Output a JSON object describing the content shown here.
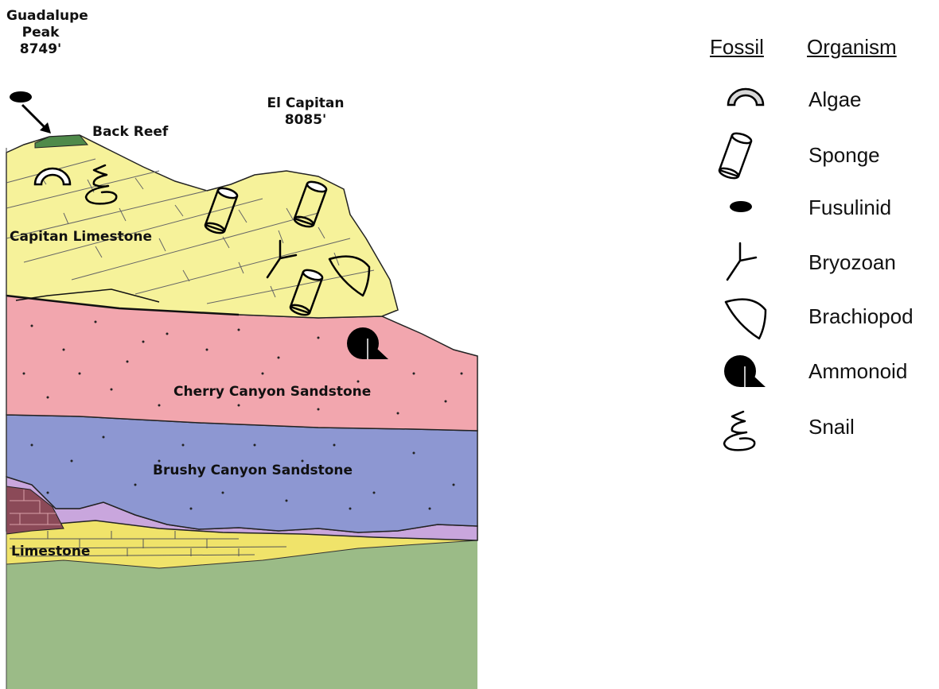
{
  "labels": {
    "guadalupe_peak": [
      "Guadalupe",
      "Peak",
      "8749'"
    ],
    "el_capitan": [
      "El Capitan",
      "8085'"
    ],
    "back_reef": "Back Reef",
    "capitan_limestone": "Capitan Limestone",
    "cherry_canyon": "Cherry Canyon Sandstone",
    "brushy_canyon": "Brushy Canyon Sandstone",
    "limestone": "Limestone"
  },
  "legend": {
    "header_fossil": "Fossil",
    "header_organism": "Organism",
    "items": [
      {
        "icon": "algae-icon",
        "organism": "Algae"
      },
      {
        "icon": "sponge-icon",
        "organism": "Sponge"
      },
      {
        "icon": "fusulinid-icon",
        "organism": "Fusulinid"
      },
      {
        "icon": "bryozoan-icon",
        "organism": "Bryozoan"
      },
      {
        "icon": "brachiopod-icon",
        "organism": "Brachiopod"
      },
      {
        "icon": "ammonoid-icon",
        "organism": "Ammonoid"
      },
      {
        "icon": "snail-icon",
        "organism": "Snail"
      }
    ]
  },
  "colors": {
    "back_reef": "#4f8a4a",
    "capitan_limestone": "#f6f29a",
    "cherry_canyon": "#f2a6ae",
    "brushy_canyon": "#8d97d2",
    "lavender_band": "#c9a6dd",
    "limestone": "#f0e36a",
    "basement": "#9bbb87",
    "maroon_rock": "#8b4a58"
  }
}
